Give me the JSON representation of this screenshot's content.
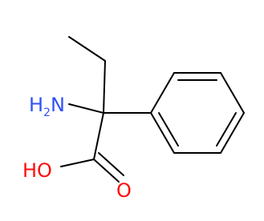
{
  "molecule": {
    "atoms": {
      "amine": {
        "main": "H",
        "sub": "2",
        "tail": "N"
      },
      "hydroxyl": {
        "main": "HO"
      },
      "carbonyl_oxygen": {
        "main": "O"
      }
    },
    "colors": {
      "bond": "#000000",
      "nitrogen": "#3050F8",
      "oxygen": "#FF0D0D"
    }
  }
}
